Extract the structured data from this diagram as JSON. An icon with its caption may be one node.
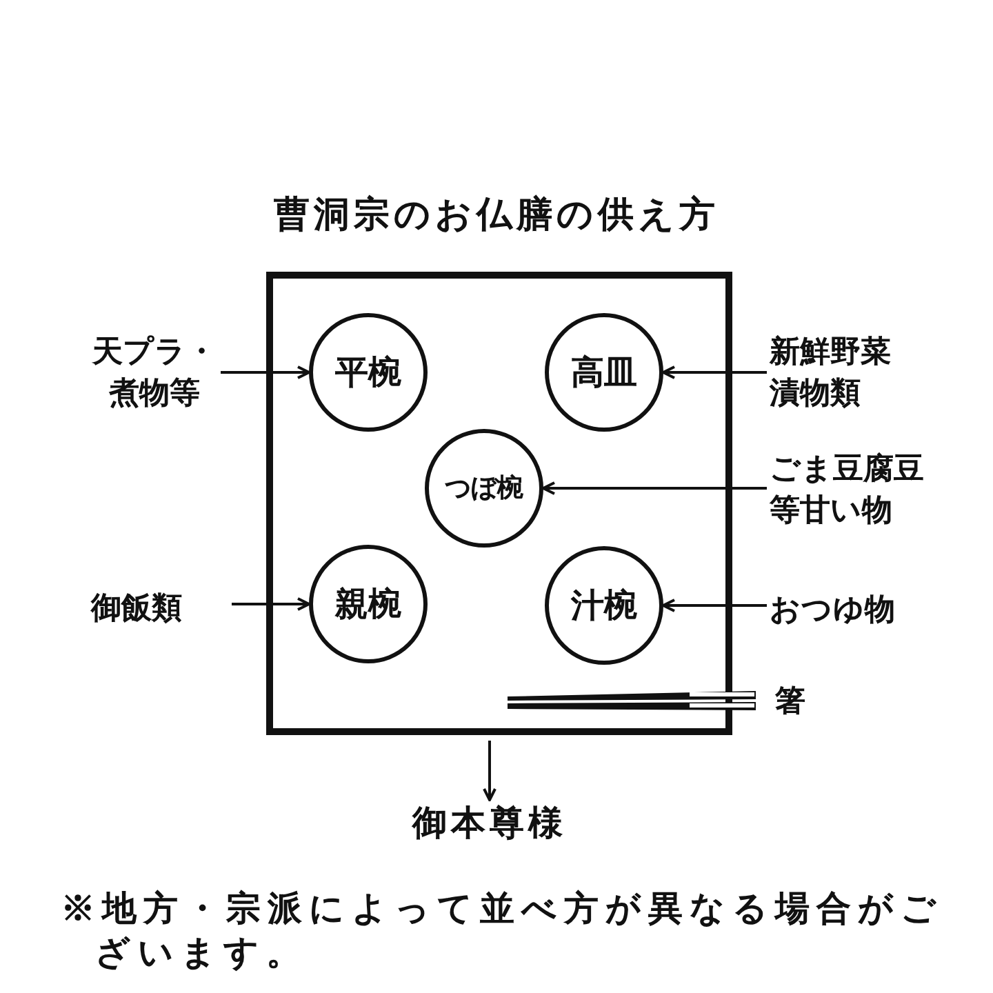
{
  "diagram": {
    "title": "曹洞宗のお仏膳の供え方",
    "nodes": [
      {
        "text": [],
        "shape": "box"
      },
      {
        "text": [
          "平椀"
        ],
        "in": 0
      },
      {
        "text": [
          "高皿"
        ],
        "in": 0
      },
      {
        "text": [
          "つぼ椀"
        ],
        "in": 0
      },
      {
        "text": [
          "親椀"
        ],
        "in": 0
      },
      {
        "text": [
          "汁椀"
        ],
        "in": 0
      },
      {
        "text": [],
        "shape": "picture",
        "beside": [
          "箸"
        ]
      },
      {
        "text": [
          "天プラ・煮物等"
        ]
      },
      {
        "text": [
          "新鮮野菜漬物類"
        ]
      },
      {
        "text": [
          "ごま豆腐豆等甘い物"
        ]
      },
      {
        "text": [
          "御飯類"
        ]
      },
      {
        "text": [
          "おつゆ物"
        ]
      },
      {
        "text": [
          "御本尊様"
        ]
      }
    ],
    "edges": [
      {
        "from": 7,
        "to": 1,
        "arrow": "to"
      },
      {
        "from": 8,
        "to": 2,
        "arrow": "to"
      },
      {
        "from": 9,
        "to": 3,
        "arrow": "to"
      },
      {
        "from": 10,
        "to": 4,
        "arrow": "to"
      },
      {
        "from": 11,
        "to": 5,
        "arrow": "to"
      },
      {
        "from": 0,
        "to": 12,
        "arrow": "to"
      }
    ],
    "caption": "※地方・宗派によって並べ方が異なる場合がございます。"
  }
}
